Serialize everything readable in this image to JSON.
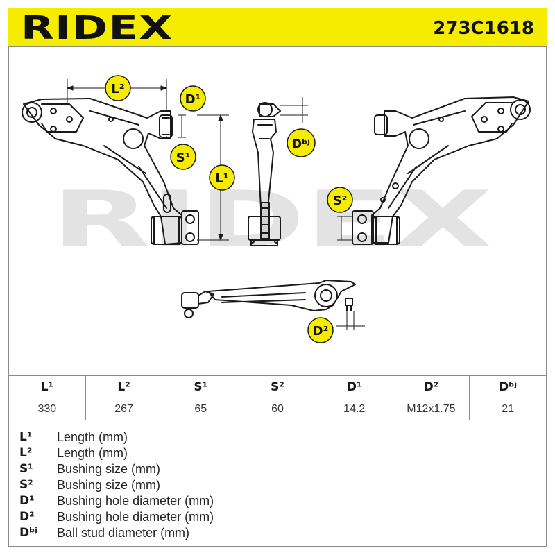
{
  "header": {
    "brand": "RIDEX",
    "part_number": "273C1618"
  },
  "colors": {
    "header_bg": "#f5ec00",
    "badge_bg": "#f5ec00",
    "watermark": "#e3e3e3",
    "line": "#1a1a1a"
  },
  "diagram": {
    "watermark": "RIDEX",
    "labels": {
      "L2": "L²",
      "D1": "D¹",
      "S1": "S¹",
      "L1": "L¹",
      "Dbj": "Dᵇʲ",
      "S2": "S²",
      "D2": "D²"
    }
  },
  "spec": {
    "headers": [
      "L¹",
      "L²",
      "S¹",
      "S²",
      "D¹",
      "D²",
      "Dᵇʲ"
    ],
    "values": [
      "330",
      "267",
      "65",
      "60",
      "14.2",
      "M12x1.75",
      "21"
    ]
  },
  "legend": [
    {
      "symbol": "L¹",
      "desc": "Length (mm)"
    },
    {
      "symbol": "L²",
      "desc": "Length (mm)"
    },
    {
      "symbol": "S¹",
      "desc": "Bushing size (mm)"
    },
    {
      "symbol": "S²",
      "desc": "Bushing size (mm)"
    },
    {
      "symbol": "D¹",
      "desc": "Bushing hole diameter (mm)"
    },
    {
      "symbol": "D²",
      "desc": "Bushing hole diameter (mm)"
    },
    {
      "symbol": "Dᵇʲ",
      "desc": "Ball stud diameter (mm)"
    }
  ]
}
